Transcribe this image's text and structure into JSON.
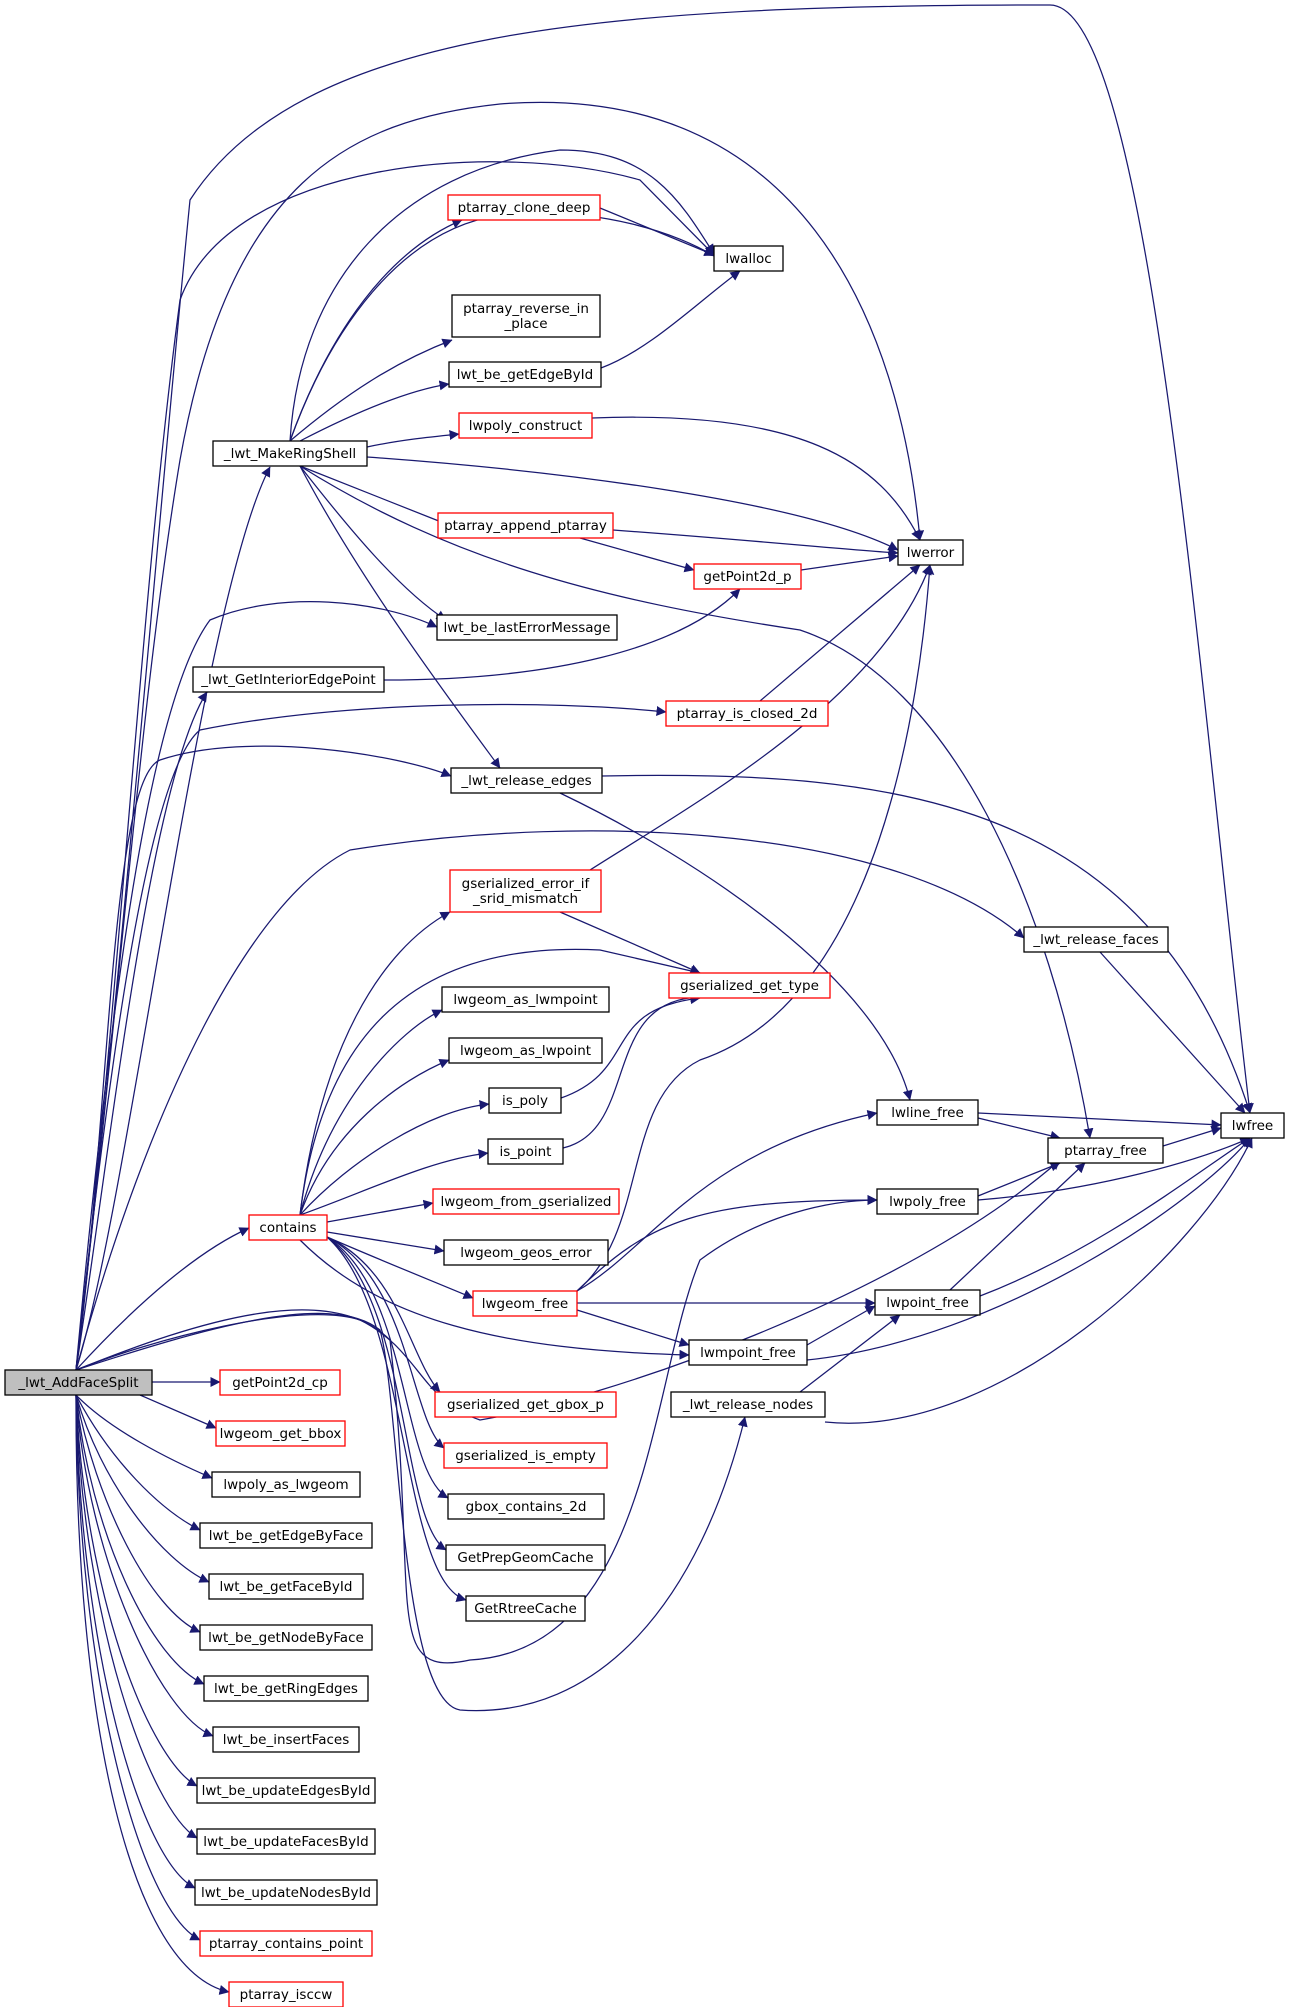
{
  "graph": {
    "colors": {
      "edge": "#191970",
      "border_default": "#000000",
      "border_has_more": "#ff0000",
      "root_fill": "#bfbfbf"
    },
    "nodes": [
      {
        "id": "root",
        "label": [
          "_lwt_AddFaceSplit"
        ],
        "border": "black",
        "root": true
      },
      {
        "id": "makering",
        "label": [
          "_lwt_MakeRingShell"
        ],
        "border": "black"
      },
      {
        "id": "interior",
        "label": [
          "_lwt_GetInteriorEdgePoint"
        ],
        "border": "black"
      },
      {
        "id": "reledges",
        "label": [
          "_lwt_release_edges"
        ],
        "border": "black"
      },
      {
        "id": "contains",
        "label": [
          "contains"
        ],
        "border": "red"
      },
      {
        "id": "gp2dcp",
        "label": [
          "getPoint2d_cp"
        ],
        "border": "red"
      },
      {
        "id": "getbbox",
        "label": [
          "lwgeom_get_bbox"
        ],
        "border": "red"
      },
      {
        "id": "polyasgeom",
        "label": [
          "lwpoly_as_lwgeom"
        ],
        "border": "black"
      },
      {
        "id": "edgebyface",
        "label": [
          "lwt_be_getEdgeByFace"
        ],
        "border": "black"
      },
      {
        "id": "facebyid",
        "label": [
          "lwt_be_getFaceById"
        ],
        "border": "black"
      },
      {
        "id": "nodebyface",
        "label": [
          "lwt_be_getNodeByFace"
        ],
        "border": "black"
      },
      {
        "id": "ringedges",
        "label": [
          "lwt_be_getRingEdges"
        ],
        "border": "black"
      },
      {
        "id": "insfaces",
        "label": [
          "lwt_be_insertFaces"
        ],
        "border": "black"
      },
      {
        "id": "updedges",
        "label": [
          "lwt_be_updateEdgesById"
        ],
        "border": "black"
      },
      {
        "id": "updfaces",
        "label": [
          "lwt_be_updateFacesById"
        ],
        "border": "black"
      },
      {
        "id": "updnodes",
        "label": [
          "lwt_be_updateNodesById"
        ],
        "border": "black"
      },
      {
        "id": "pacontains",
        "label": [
          "ptarray_contains_point"
        ],
        "border": "red"
      },
      {
        "id": "isccw",
        "label": [
          "ptarray_isccw"
        ],
        "border": "red"
      },
      {
        "id": "clonedeep",
        "label": [
          "ptarray_clone_deep"
        ],
        "border": "red"
      },
      {
        "id": "revinplace",
        "label": [
          "ptarray_reverse_in",
          "_place"
        ],
        "border": "black"
      },
      {
        "id": "edgebyid",
        "label": [
          "lwt_be_getEdgeById"
        ],
        "border": "black"
      },
      {
        "id": "polyconstruct",
        "label": [
          "lwpoly_construct"
        ],
        "border": "red"
      },
      {
        "id": "appendpt",
        "label": [
          "ptarray_append_ptarray"
        ],
        "border": "red"
      },
      {
        "id": "gp2dp",
        "label": [
          "getPoint2d_p"
        ],
        "border": "red"
      },
      {
        "id": "lasterr",
        "label": [
          "lwt_be_lastErrorMessage"
        ],
        "border": "black"
      },
      {
        "id": "isclosed",
        "label": [
          "ptarray_is_closed_2d"
        ],
        "border": "red"
      },
      {
        "id": "sridmm",
        "label": [
          "gserialized_error_if",
          "_srid_mismatch"
        ],
        "border": "red"
      },
      {
        "id": "gsertype",
        "label": [
          "gserialized_get_type"
        ],
        "border": "red"
      },
      {
        "id": "aslwmpoint",
        "label": [
          "lwgeom_as_lwmpoint"
        ],
        "border": "black"
      },
      {
        "id": "aslwpoint",
        "label": [
          "lwgeom_as_lwpoint"
        ],
        "border": "black"
      },
      {
        "id": "ispoly",
        "label": [
          "is_poly"
        ],
        "border": "black"
      },
      {
        "id": "ispoint",
        "label": [
          "is_point"
        ],
        "border": "black"
      },
      {
        "id": "fromgser",
        "label": [
          "lwgeom_from_gserialized"
        ],
        "border": "red"
      },
      {
        "id": "geoserr",
        "label": [
          "lwgeom_geos_error"
        ],
        "border": "black"
      },
      {
        "id": "lwgeomfree",
        "label": [
          "lwgeom_free"
        ],
        "border": "red"
      },
      {
        "id": "gbox_p",
        "label": [
          "gserialized_get_gbox_p"
        ],
        "border": "red"
      },
      {
        "id": "isempty",
        "label": [
          "gserialized_is_empty"
        ],
        "border": "red"
      },
      {
        "id": "gboxcont",
        "label": [
          "gbox_contains_2d"
        ],
        "border": "black"
      },
      {
        "id": "prepcache",
        "label": [
          "GetPrepGeomCache"
        ],
        "border": "black"
      },
      {
        "id": "rtreecache",
        "label": [
          "GetRtreeCache"
        ],
        "border": "black"
      },
      {
        "id": "lwalloc",
        "label": [
          "lwalloc"
        ],
        "border": "black"
      },
      {
        "id": "lwerror",
        "label": [
          "lwerror"
        ],
        "border": "black"
      },
      {
        "id": "relfaces",
        "label": [
          "_lwt_release_faces"
        ],
        "border": "black"
      },
      {
        "id": "linefree",
        "label": [
          "lwline_free"
        ],
        "border": "black"
      },
      {
        "id": "polyfree",
        "label": [
          "lwpoly_free"
        ],
        "border": "black"
      },
      {
        "id": "pointfree",
        "label": [
          "lwpoint_free"
        ],
        "border": "black"
      },
      {
        "id": "mpointfree",
        "label": [
          "lwmpoint_free"
        ],
        "border": "black"
      },
      {
        "id": "relnodes",
        "label": [
          "_lwt_release_nodes"
        ],
        "border": "black"
      },
      {
        "id": "ptafree",
        "label": [
          "ptarray_free"
        ],
        "border": "black"
      },
      {
        "id": "lwfree",
        "label": [
          "lwfree"
        ],
        "border": "black"
      }
    ]
  }
}
